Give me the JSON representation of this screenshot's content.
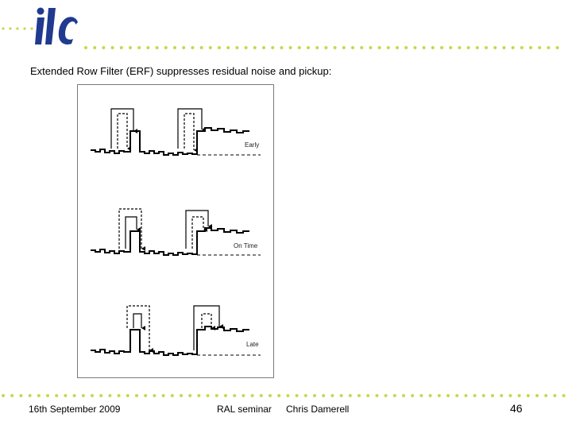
{
  "logo": {
    "text": "ilc"
  },
  "colors": {
    "accent": "#1f3a8f",
    "dots": "#c3d94e",
    "trace": "#000000"
  },
  "caption": "Extended Row Filter (ERF) suppresses residual noise and pickup:",
  "figure": {
    "traces": [
      {
        "label": "Early"
      },
      {
        "label": "On Time"
      },
      {
        "label": "Late"
      }
    ]
  },
  "footer": {
    "date": "16th September 2009",
    "seminar": "RAL seminar",
    "author": "Chris Damerell",
    "page": "46"
  }
}
